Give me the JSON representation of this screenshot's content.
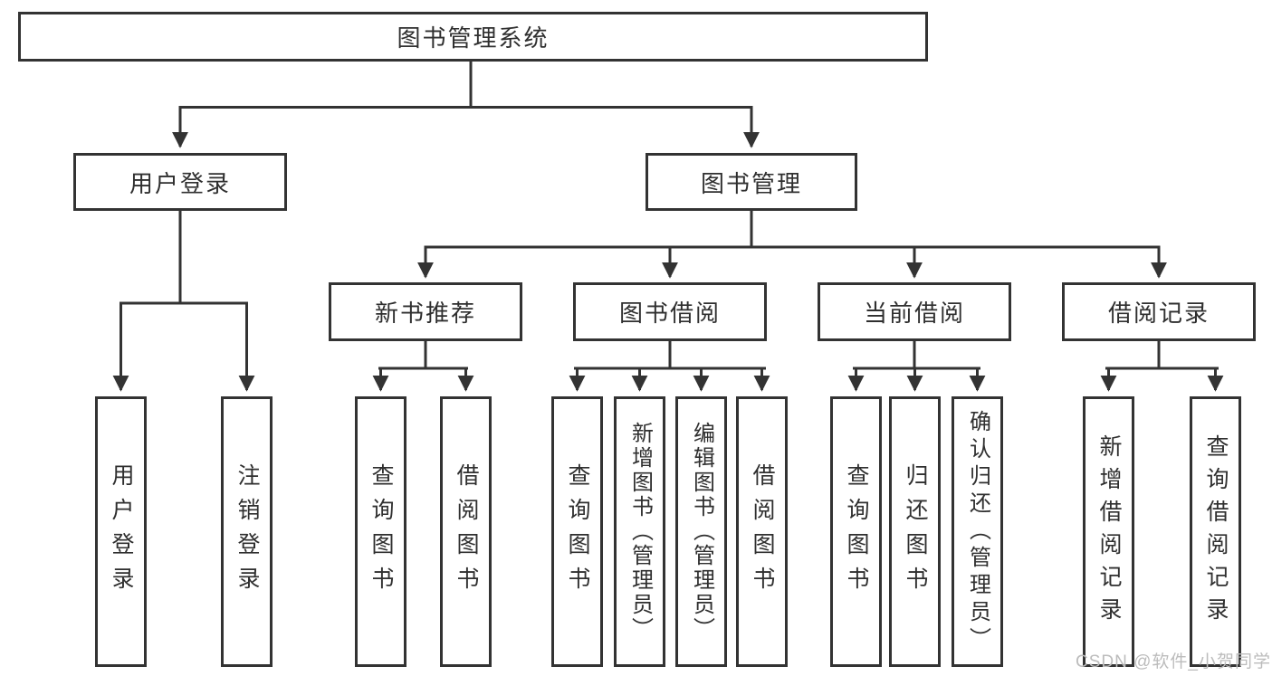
{
  "diagram": {
    "root": "图书管理系统",
    "user_login": {
      "label": "用户登录",
      "children": [
        "用户登录",
        "注销登录"
      ]
    },
    "book_mgmt": {
      "label": "图书管理",
      "sections": [
        {
          "label": "新书推荐",
          "children": [
            "查询图书",
            "借阅图书"
          ]
        },
        {
          "label": "图书借阅",
          "children": [
            "查询图书",
            "新增图书（管理员）",
            "编辑图书（管理员）",
            "借阅图书"
          ]
        },
        {
          "label": "当前借阅",
          "children": [
            "查询图书",
            "归还图书",
            "确认归还（管理员）"
          ]
        },
        {
          "label": "借阅记录",
          "children": [
            "新增借阅记录",
            "查询借阅记录"
          ]
        }
      ]
    }
  },
  "watermark": "CSDN @软件_小贺同学",
  "colors": {
    "line": "#333333",
    "box_border": "#333333",
    "text": "#2f2f2f",
    "watermark": "#bcbcbc",
    "background": "#ffffff"
  }
}
